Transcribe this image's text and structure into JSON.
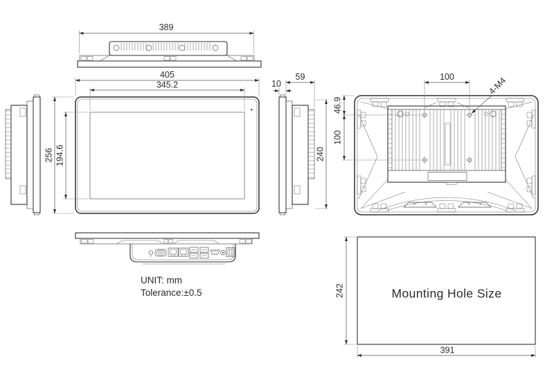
{
  "drawing": {
    "notes": {
      "unit": "UNIT: mm",
      "tolerance": "Tolerance:±0.5"
    },
    "top_view": {
      "width": "389"
    },
    "front_view": {
      "outer_width": "405",
      "screen_width": "345.2",
      "outer_height": "256",
      "screen_height": "194.6"
    },
    "side_view": {
      "bezel_depth": "10",
      "body_depth": "59",
      "body_height": "240"
    },
    "rear_view": {
      "vesa_horizontal": "100",
      "vesa_vertical": "100",
      "hole_top_offset": "46.9",
      "screw_spec": "4-M4"
    },
    "mounting": {
      "title": "Mounting Hole Size",
      "width": "391",
      "height": "242"
    }
  }
}
